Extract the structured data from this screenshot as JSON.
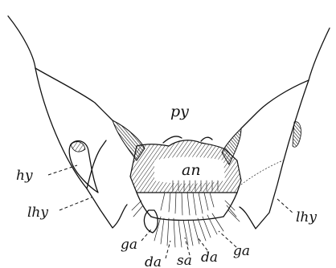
{
  "figure": {
    "labels": {
      "py": "py",
      "an": "an",
      "hy": "hy",
      "lhy_left": "lhy",
      "lhy_right": "lhy",
      "ga_left": "ga",
      "da_left": "da",
      "sa": "sa",
      "da_right": "da",
      "ga_right": "ga"
    }
  }
}
